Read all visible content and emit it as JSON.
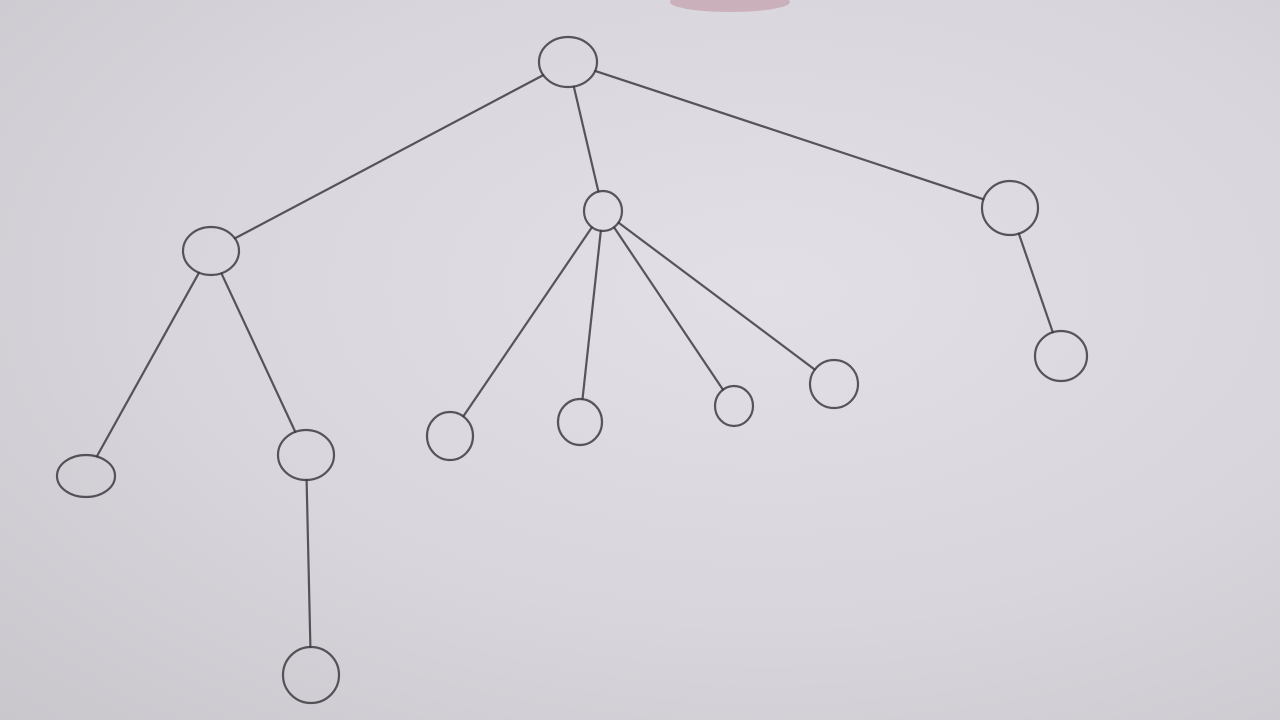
{
  "diagram": {
    "kind": "tree",
    "root": "n0",
    "nodes": [
      "n0",
      "n1",
      "n2",
      "n3",
      "n4",
      "n5",
      "n6",
      "n7",
      "n8",
      "n9",
      "n10",
      "n11",
      "n12"
    ],
    "edges": [
      [
        "n0",
        "n1"
      ],
      [
        "n0",
        "n2"
      ],
      [
        "n0",
        "n3"
      ],
      [
        "n1",
        "n4"
      ],
      [
        "n1",
        "n5"
      ],
      [
        "n5",
        "n6"
      ],
      [
        "n2",
        "n7"
      ],
      [
        "n2",
        "n8"
      ],
      [
        "n2",
        "n9"
      ],
      [
        "n2",
        "n10"
      ],
      [
        "n3",
        "n11"
      ]
    ],
    "stroke_color": "#3f3b40",
    "paper_color": "#d9d6dc"
  }
}
